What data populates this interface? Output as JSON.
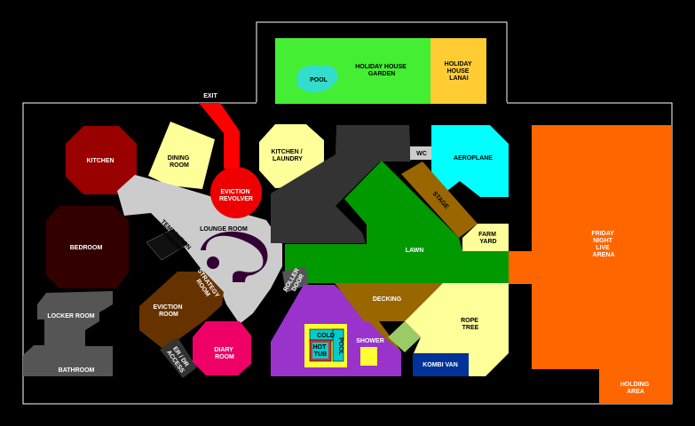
{
  "rooms": {
    "holiday_garden": [
      "HOLIDAY HOUSE",
      "GARDEN"
    ],
    "holiday_lanai": [
      "HOLIDAY",
      "HOUSE",
      "LANAI"
    ],
    "pool": "POOL",
    "exit": "EXIT",
    "kitchen": "KITCHEN",
    "dining": [
      "DINING",
      "ROOM"
    ],
    "eviction_revolver": [
      "EVICTION",
      "REVOLVER"
    ],
    "kitchen_laundry": [
      "KITCHEN /",
      "LAUNDRY"
    ],
    "wc": "WC",
    "aeroplane": "AEROPLANE",
    "stage": "STAGE",
    "lounge": "LOUNGE ROOM",
    "temptation_window": [
      "TEMPTATION",
      "WINDOW"
    ],
    "bedroom": "BEDROOM",
    "lawn": "LAWN",
    "farm_yard": [
      "FARM",
      "YARD"
    ],
    "friday_arena": [
      "FRIDAY",
      "NIGHT",
      "LIVE",
      "ARENA"
    ],
    "roller_door": [
      "ROLLER",
      "DOOR"
    ],
    "strategy_room": [
      "STRATEGY",
      "ROOM"
    ],
    "eviction_room": [
      "EVICTION",
      "ROOM"
    ],
    "decking": "DECKING",
    "rope_tree": [
      "ROPE",
      "TREE"
    ],
    "locker_room": "LOCKER ROOM",
    "cold_pool": [
      "COLD",
      "POOL"
    ],
    "hot_tub": [
      "HOT",
      "TUB"
    ],
    "shower": "SHOWER",
    "diary_room": [
      "DIARY",
      "ROOM"
    ],
    "er_dr_access": [
      "ER / DR",
      "ACCESS"
    ],
    "kombi_van": "KOMBI VAN",
    "bathroom": "BATHROOM",
    "holding_area": [
      "HOLDING",
      "AREA"
    ]
  },
  "colors": {
    "background": "#000000",
    "outline": "#ffffff",
    "garden": "#44ee33",
    "lanai": "#ffcc33",
    "pool": "#33ddcc",
    "exit": "#ff0000",
    "kitchen": "#990000",
    "dining": "#ffff99",
    "revolver": "#ee0000",
    "kitchen_laundry": "#ffff99",
    "dark_room": "#333333",
    "aeroplane": "#00ffff",
    "stage": "#996600",
    "lounge": "#cccccc",
    "bedroom": "#330000",
    "lawn": "#009900",
    "farm_yard": "#ffff99",
    "arena": "#ff6600",
    "eviction_room": "#663300",
    "decking": "#996600",
    "rope_tree": "#ffff99",
    "locker": "#555555",
    "cold_pool": "#00cccc",
    "hot_tub": "#cc3333",
    "shower": "#9933cc",
    "diary": "#ee0066",
    "kombi": "#003399",
    "question_mark": "#330033",
    "decking_tile": "#99cc66"
  }
}
